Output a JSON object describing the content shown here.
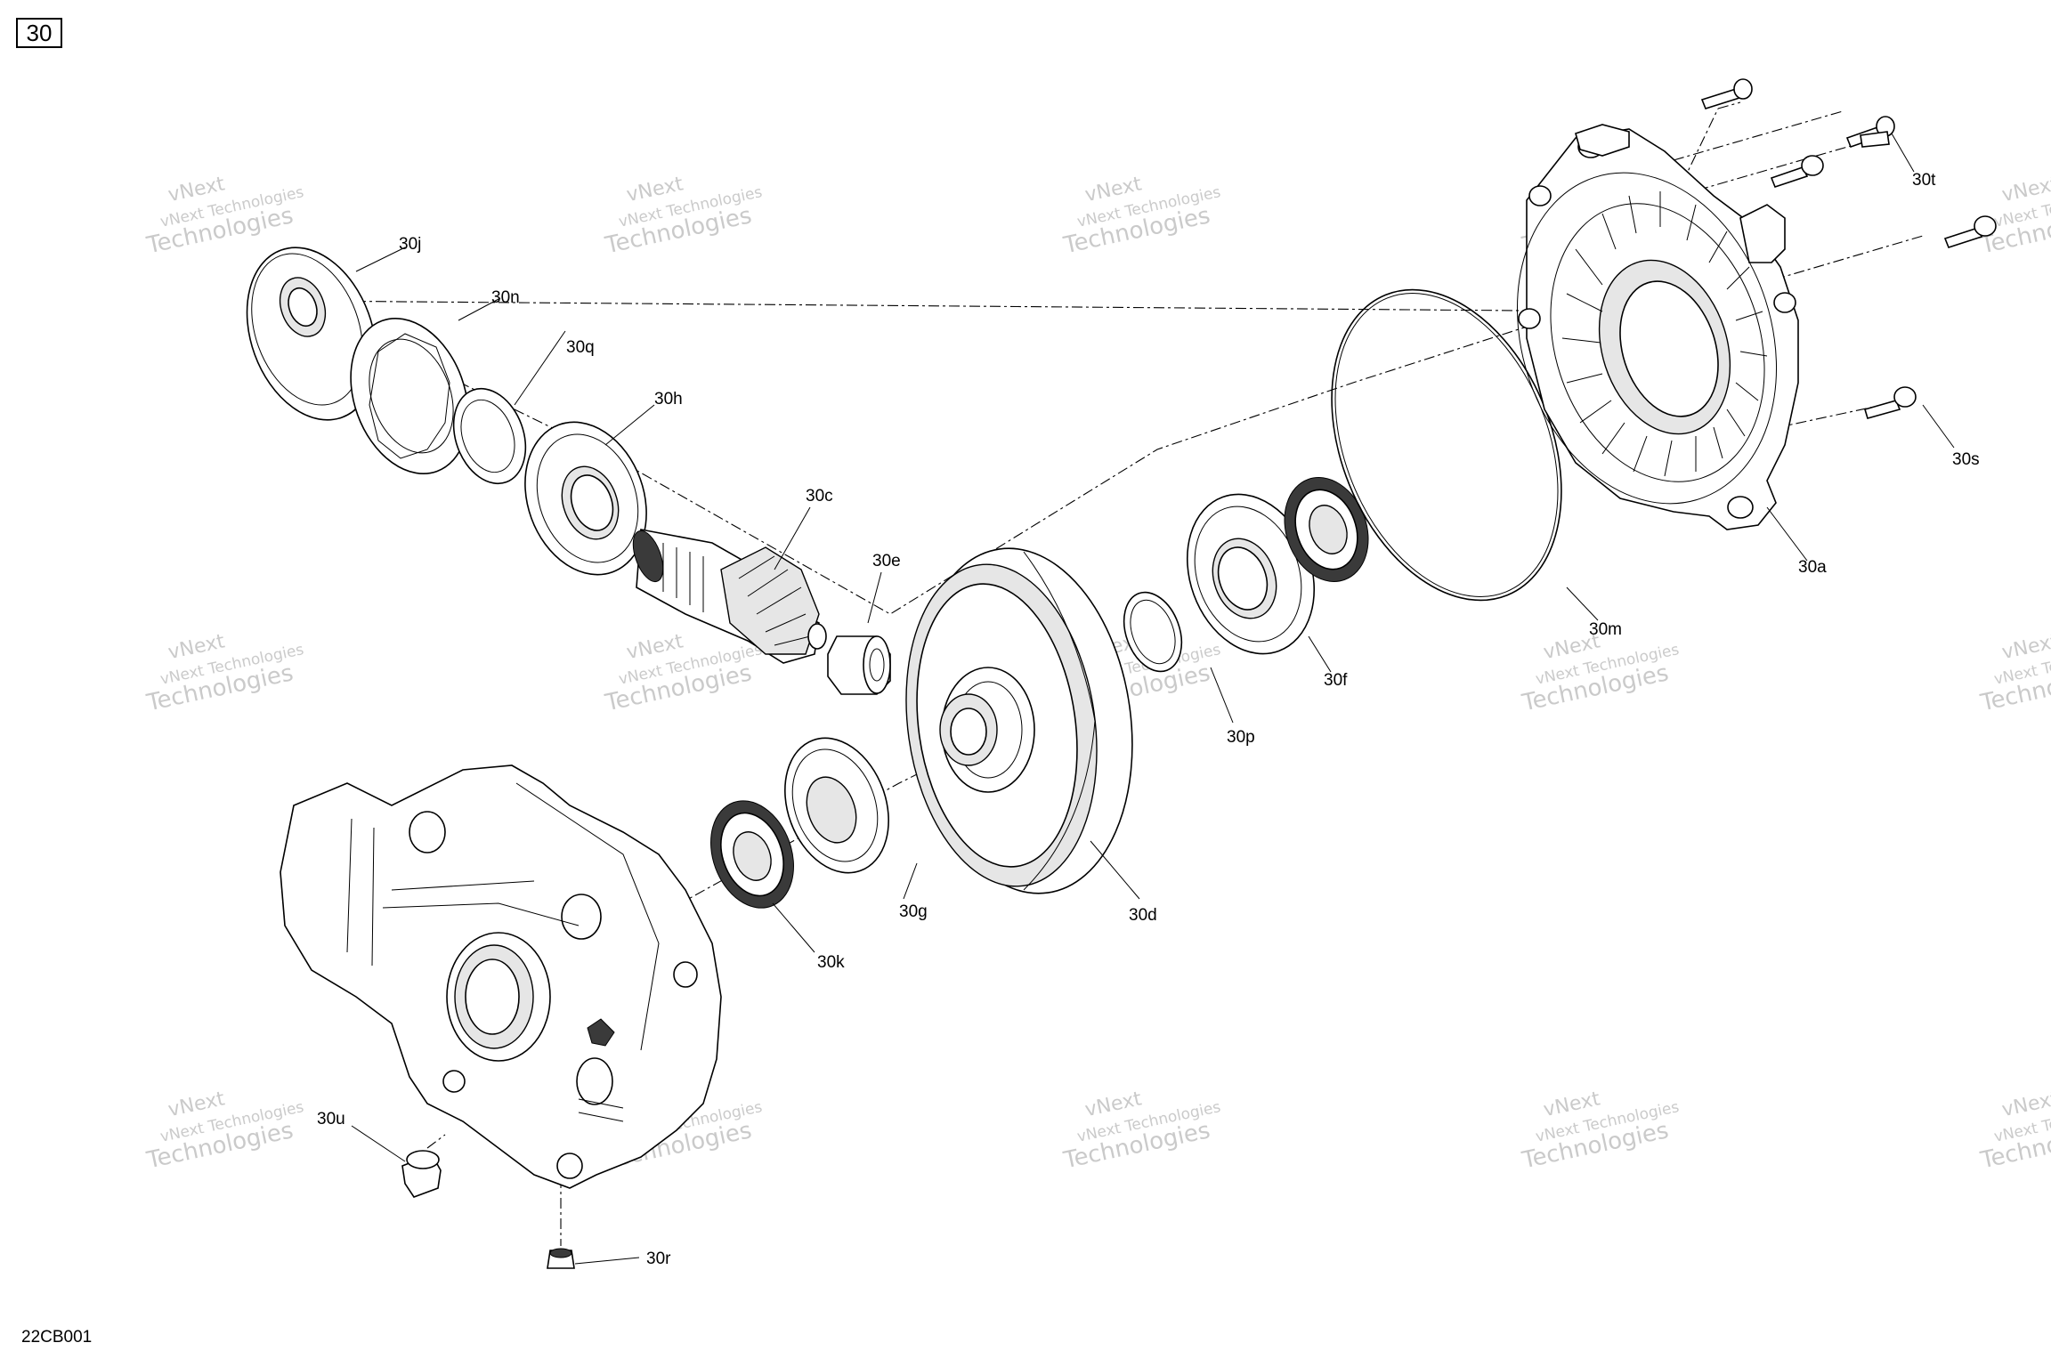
{
  "figure_number": "30",
  "drawing_code": "22CB001",
  "watermark": {
    "line1": "vNext Technologies",
    "line2": "vNext",
    "line3": "Technologies"
  },
  "labels": {
    "a": "30a",
    "c": "30c",
    "d": "30d",
    "e": "30e",
    "f": "30f",
    "g": "30g",
    "h": "30h",
    "j": "30j",
    "k": "30k",
    "m": "30m",
    "n": "30n",
    "p": "30p",
    "q": "30q",
    "r": "30r",
    "s": "30s",
    "t": "30t",
    "u": "30u"
  }
}
